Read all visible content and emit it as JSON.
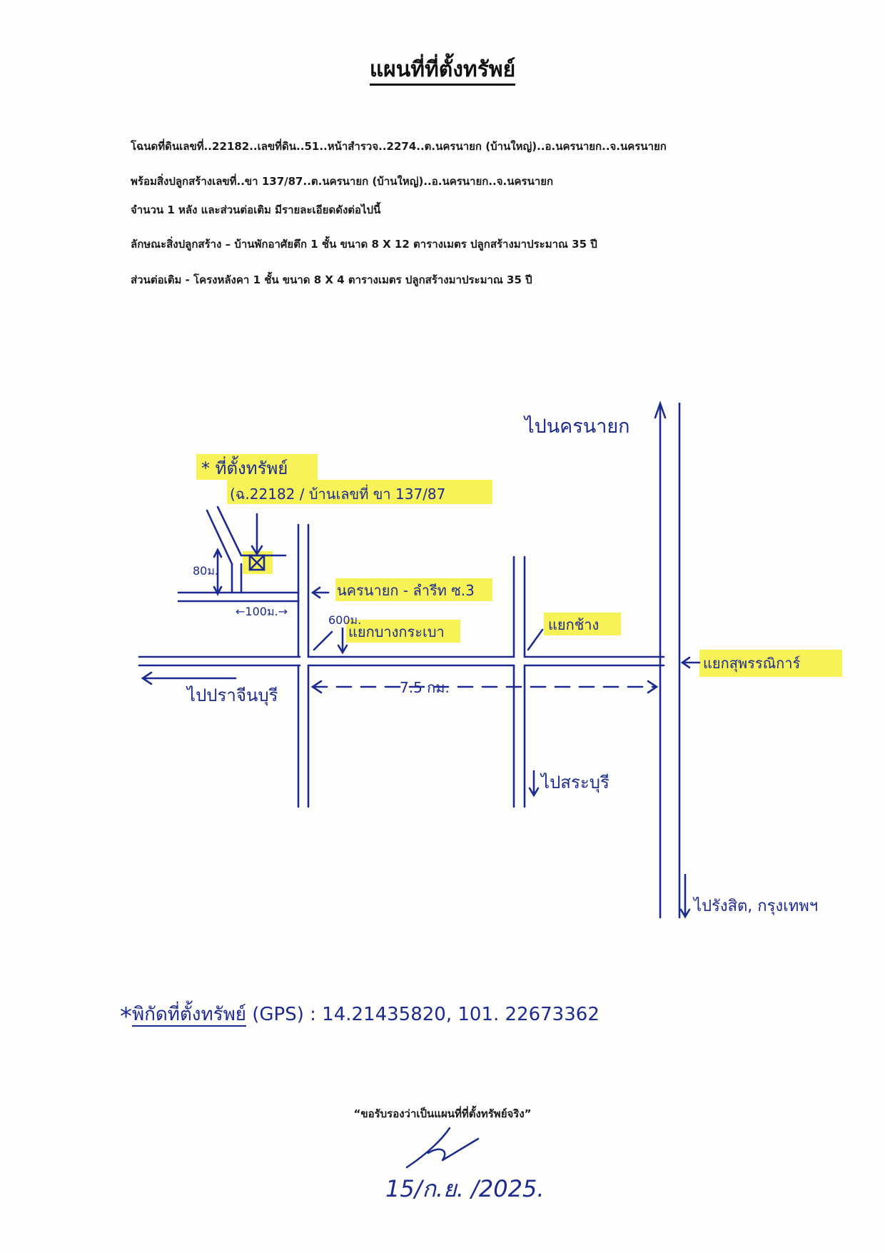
{
  "title": "แผนที่ที่ตั้งทรัพย์",
  "header_lines": {
    "deed": "โฉนดที่ดินเลขที่..22182..เลขที่ดิน..51..หน้าสำรวจ..2274..ต.นครนายก (บ้านใหญ่)..อ.นครนายก..จ.นครนายก",
    "building": "พร้อมสิ่งปลูกสร้างเลขที่..ขา 137/87..ต.นครนายก (บ้านใหญ่)..อ.นครนายก..จ.นครนายก",
    "count": "จำนวน  1  หลัง และส่วนต่อเติม มีรายละเอียดดังต่อไปนี้",
    "building_type": "ลักษณะสิ่งปลูกสร้าง – บ้านพักอาศัยตึก  1 ชั้น  ขนาด  8 X 12  ตารางเมตร ปลูกสร้างมาประมาณ  35  ปี",
    "extension": "ส่วนต่อเติม  - โครงหลังคา  1  ชั้น  ขนาด  8 X 4  ตารางเมตร ปลูกสร้างมาประมาณ  35  ปี"
  },
  "map": {
    "property_label": "* ที่ตั้งทรัพย์",
    "property_id": "(ฉ.22182 / บ้านเลขที่  ขา  137/87",
    "to_nakhon_nayok": "ไปนครนายก",
    "nakhon_nayok_lamsom": "นครนายก - ลำรีท ซ.3",
    "dist_80": "80ม.",
    "dist_100": "←100ม.→",
    "dist_600": "600ม.",
    "bang_krabao": "แยกบางกระเบา",
    "yaek_chang": "แยกช้าง",
    "suwannason": "แยกสุพรรณิการ์",
    "to_prachinburi": "ไปปราจีนบุรี",
    "km": "7.5 กม.",
    "to_saraburi": "ไปสระบุรี",
    "to_rangsit": "ไปรังสิต, กรุงเทพฯ"
  },
  "gps": {
    "star": "*",
    "label": "พิกัดที่ตั้งทรัพย์",
    "paren": "(GPS)",
    "coords": ": 14.21435820, 101. 22673362"
  },
  "certify": "“ขอรับรองว่าเป็นแผนที่ที่ตั้งทรัพย์จริง”",
  "date": "15/ก.ย. /2025."
}
